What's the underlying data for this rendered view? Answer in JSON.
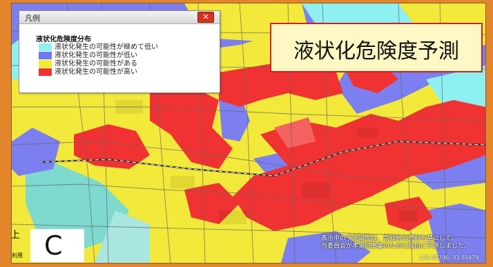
{
  "legend": {
    "title": "凡例",
    "close_label": "✕",
    "heading": "液状化危険度分布",
    "items": [
      {
        "label": "液状化発生の可能性が極めて低い",
        "color": "#8ef0f0"
      },
      {
        "label": "液状化発生の可能性が低い",
        "color": "#7276f2"
      },
      {
        "label": "液状化発生の可能性がある",
        "color": "#f4ec2a"
      },
      {
        "label": "液状化発生の可能性が高い",
        "color": "#f03232"
      }
    ]
  },
  "map_title": "液状化危険度予測",
  "credit_line1": "表示中の予測図面は、高知県の資料を基にして、",
  "credit_line2": "当委員会が本実証事業のために独自に予測しました。",
  "coords": "133.55796, 33.55479",
  "panel_letter": "C",
  "edge_label": "上",
  "edge_label_small": "利用"
}
